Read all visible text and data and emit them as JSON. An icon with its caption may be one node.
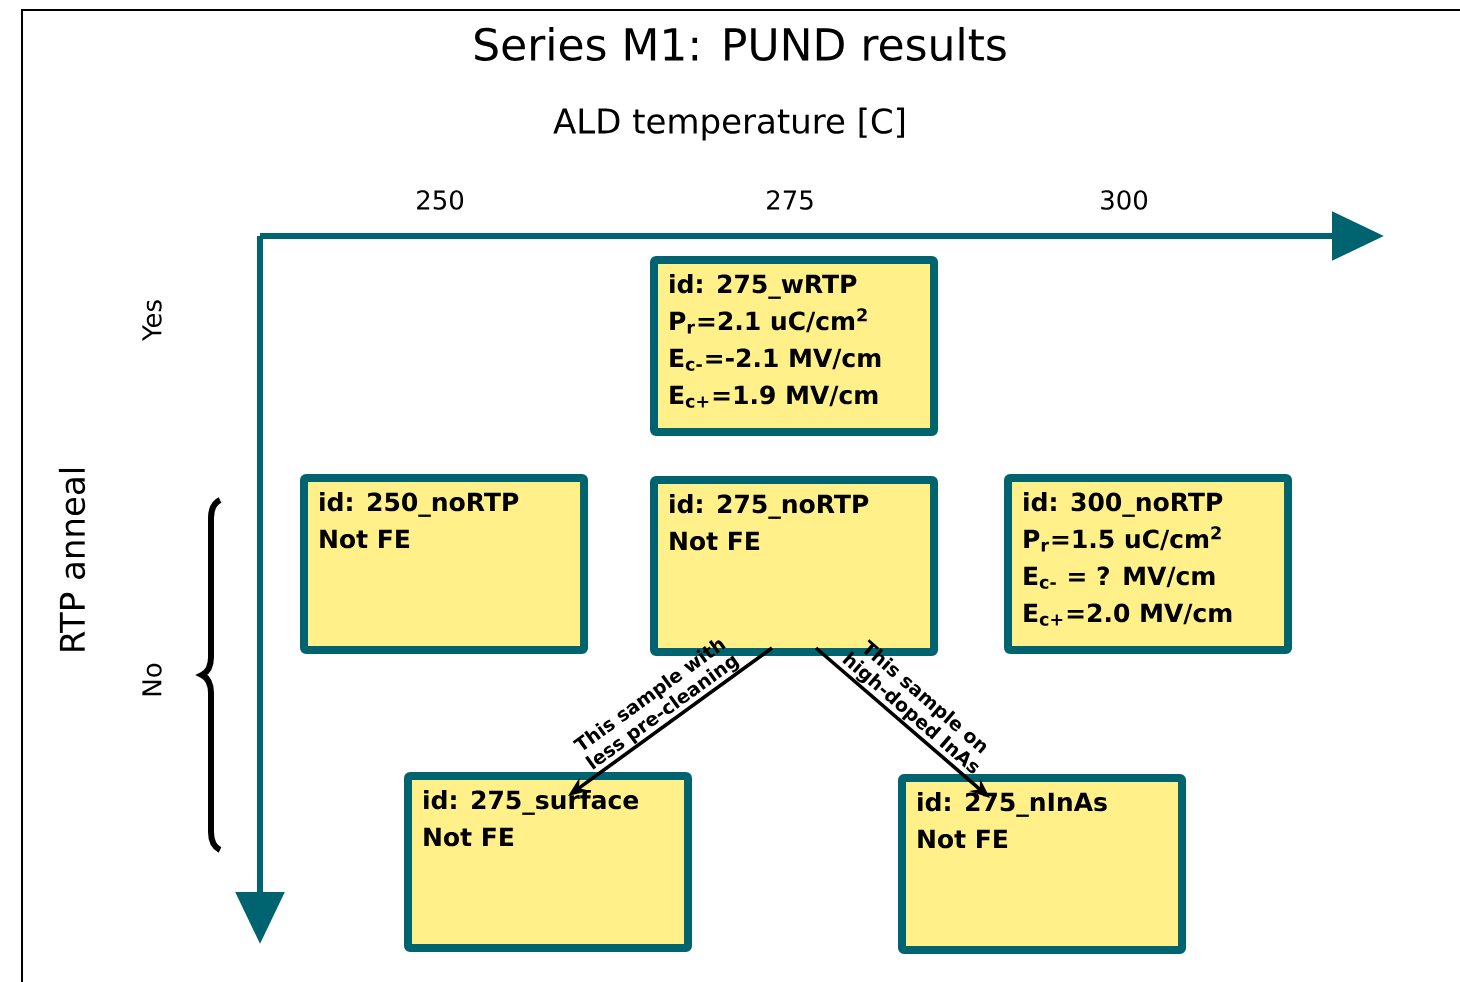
{
  "diagram": {
    "title": "Series M1: PUND results",
    "nodes": [
      {
        "text": [
          "id: 275_wRTP",
          "P$_{r}$=2.1 uC/cm$^{2}$",
          "E$_{c-}$=-2.1 MV/cm",
          "E$_{c+}$=1.9 MV/cm"
        ]
      },
      {
        "text": [
          "id: 250_noRTP",
          "Not FE"
        ]
      },
      {
        "text": [
          "id: 275_noRTP",
          "Not FE"
        ]
      },
      {
        "text": [
          "id: 300_noRTP",
          "P$_{r}$=1.5 uC/cm$^{2}$",
          "E$_{c-}$ = ? MV/cm",
          "E$_{c+}$=2.0 MV/cm"
        ]
      },
      {
        "text": [
          "id: 275_surface",
          "Not FE"
        ]
      },
      {
        "text": [
          "id: 275_nInAs",
          "Not FE"
        ]
      }
    ],
    "edges": [
      {
        "from": 2,
        "to": 4,
        "arrow": "to",
        "label": "This sample with less pre-cleaning"
      },
      {
        "from": 2,
        "to": 5,
        "arrow": "to",
        "label": "This sample on high-doped InAs"
      }
    ],
    "labels": [
      "ALD temperature [C]",
      "250",
      "275",
      "300",
      "RTP anneal",
      "Yes",
      "No"
    ]
  }
}
